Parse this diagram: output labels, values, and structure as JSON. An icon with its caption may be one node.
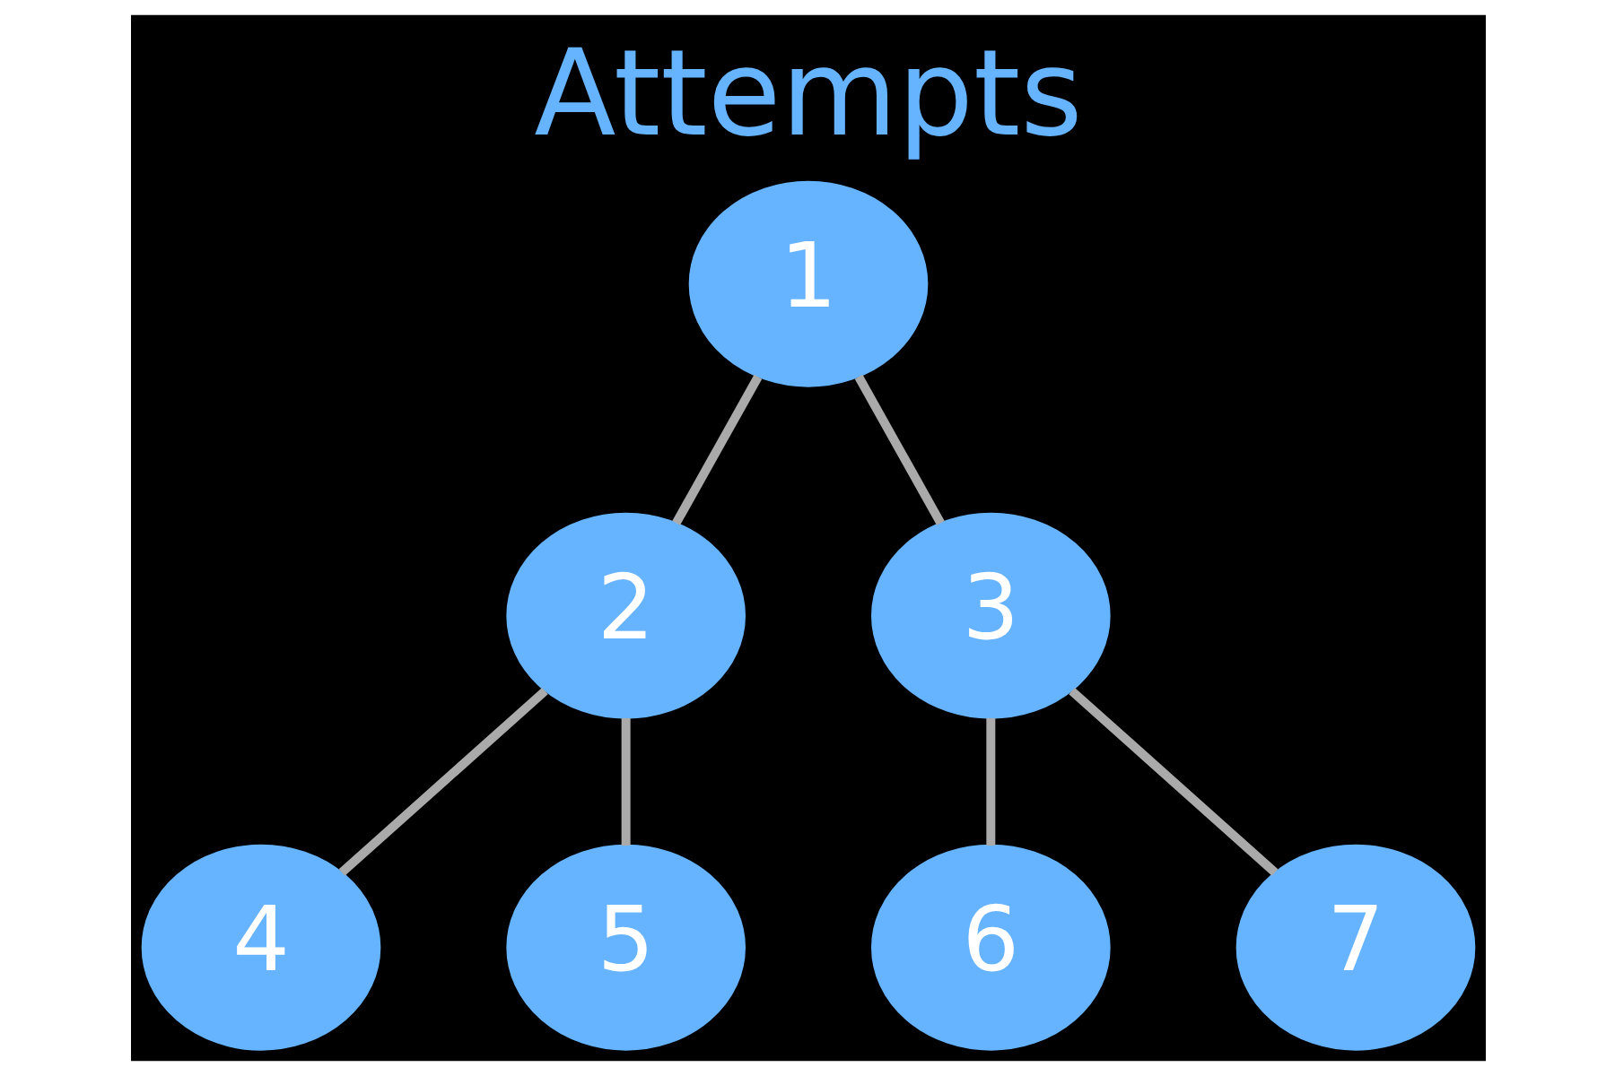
{
  "diagram": {
    "title": "Attempts",
    "nodes": [
      {
        "text": [
          "1"
        ]
      },
      {
        "text": [
          "2"
        ]
      },
      {
        "text": [
          "3"
        ]
      },
      {
        "text": [
          "4"
        ]
      },
      {
        "text": [
          "5"
        ]
      },
      {
        "text": [
          "6"
        ]
      },
      {
        "text": [
          "7"
        ]
      }
    ],
    "edges": [
      {
        "from": 0,
        "to": 1,
        "arrow": "none"
      },
      {
        "from": 0,
        "to": 2,
        "arrow": "none"
      },
      {
        "from": 1,
        "to": 3,
        "arrow": "none"
      },
      {
        "from": 1,
        "to": 4,
        "arrow": "none"
      },
      {
        "from": 2,
        "to": 5,
        "arrow": "none"
      },
      {
        "from": 2,
        "to": 6,
        "arrow": "none"
      }
    ]
  }
}
